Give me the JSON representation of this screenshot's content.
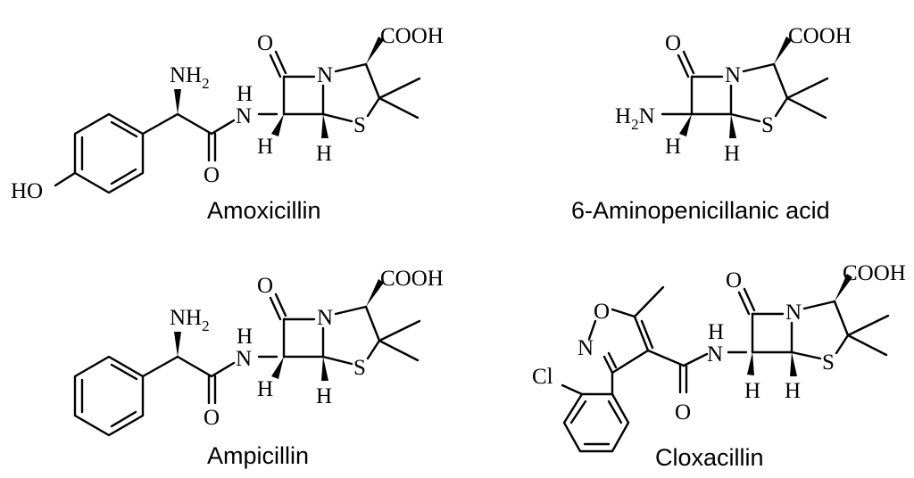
{
  "molecules": [
    {
      "name": "Amoxicillin",
      "labels": {
        "amine": "NH",
        "amine_sub": "2",
        "cooh": "COOH",
        "hydroxyl": "HO",
        "amide_n": "N",
        "amide_h": "H",
        "ring_n": "N",
        "sulfur": "S",
        "oxo": "O",
        "amide_o": "O",
        "h_left": "H",
        "h_bottom": "H"
      }
    },
    {
      "name": "6-Aminopenicillanic acid",
      "labels": {
        "amine_h": "H",
        "amine_sub": "2",
        "amine_n": "N",
        "cooh": "COOH",
        "ring_n": "N",
        "sulfur": "S",
        "oxo": "O",
        "h_left": "H",
        "h_bottom": "H"
      }
    },
    {
      "name": "Ampicillin",
      "labels": {
        "amine": "NH",
        "amine_sub": "2",
        "cooh": "COOH",
        "amide_n": "N",
        "amide_h": "H",
        "ring_n": "N",
        "sulfur": "S",
        "oxo": "O",
        "amide_o": "O",
        "h_left": "H",
        "h_bottom": "H"
      }
    },
    {
      "name": "Cloxacillin",
      "labels": {
        "chlorine": "Cl",
        "isox_o": "O",
        "isox_n": "N",
        "cooh": "COOH",
        "amide_n": "N",
        "amide_h": "H",
        "ring_n": "N",
        "sulfur": "S",
        "oxo": "O",
        "amide_o": "O",
        "h_left": "H",
        "h_bottom": "H"
      }
    }
  ]
}
